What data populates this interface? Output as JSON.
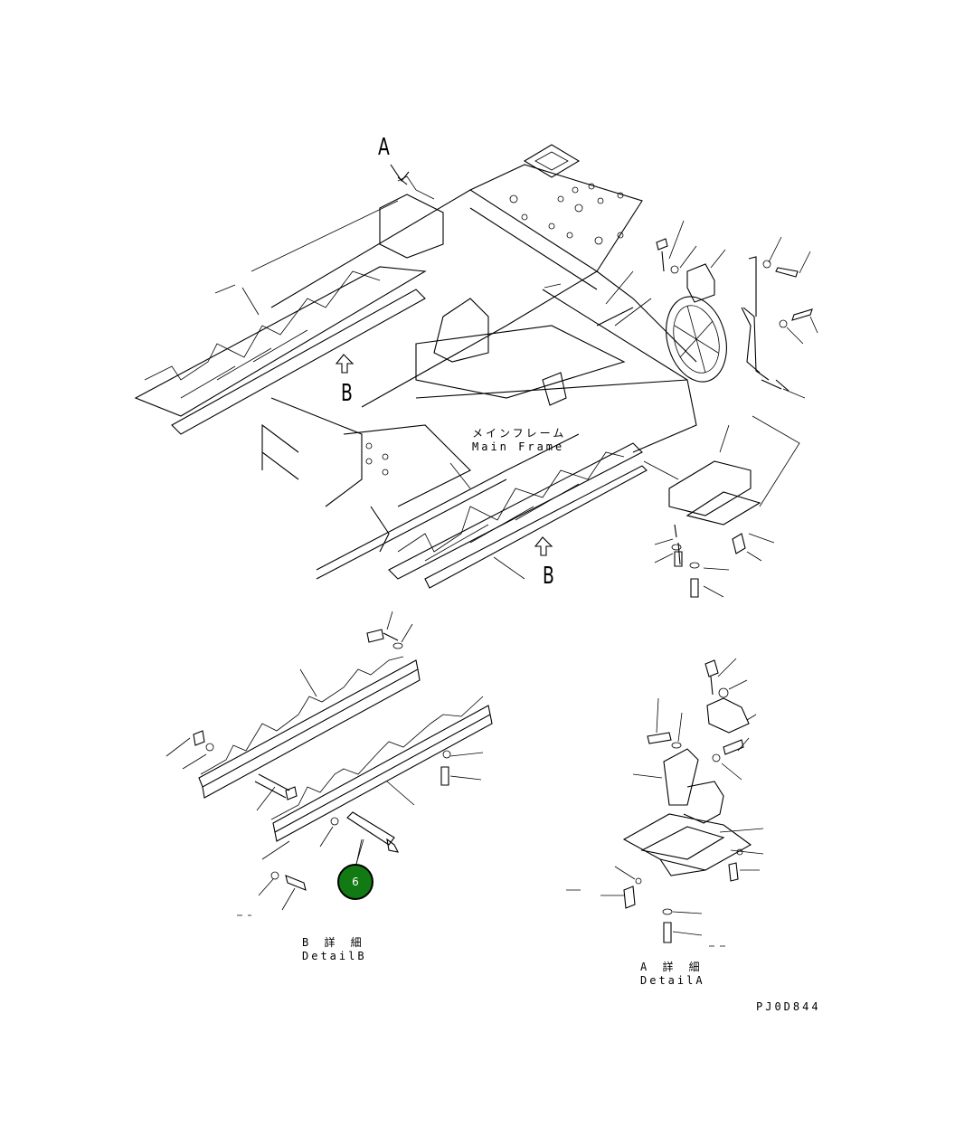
{
  "view_labels": {
    "view_a": "A",
    "view_b_upper": "B",
    "view_b_lower": "B"
  },
  "main_frame": {
    "label_jp": "メインフレーム",
    "label_en": "Main Frame"
  },
  "detail_b": {
    "label_jp": "B 詳 細",
    "label_en": "DetailB"
  },
  "detail_a": {
    "label_jp": "A 詳 細",
    "label_en": "DetailA"
  },
  "callouts": [
    {
      "number": "6",
      "color": "#127a12"
    }
  ],
  "drawing_code": "PJ0D844",
  "colors": {
    "line": "#000000",
    "background": "#ffffff",
    "callout_fill": "#127a12",
    "callout_text": "#ffffff"
  }
}
